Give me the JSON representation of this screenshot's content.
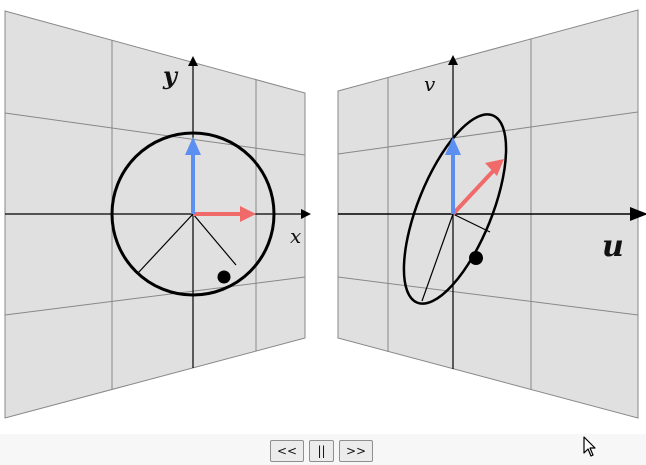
{
  "left_panel": {
    "x_label": "x",
    "y_label": "y"
  },
  "right_panel": {
    "u_label": "u",
    "v_label": "v"
  },
  "controls": {
    "prev_label": "<<",
    "pause_label": "||",
    "next_label": ">>"
  },
  "colors": {
    "panel_fill": "#e0e0e0",
    "grid": "#888888",
    "vector_red": "#f06a6a",
    "vector_blue": "#5b8ff0",
    "curve": "#000000"
  },
  "icons": [
    "arrow-cursor-icon"
  ]
}
